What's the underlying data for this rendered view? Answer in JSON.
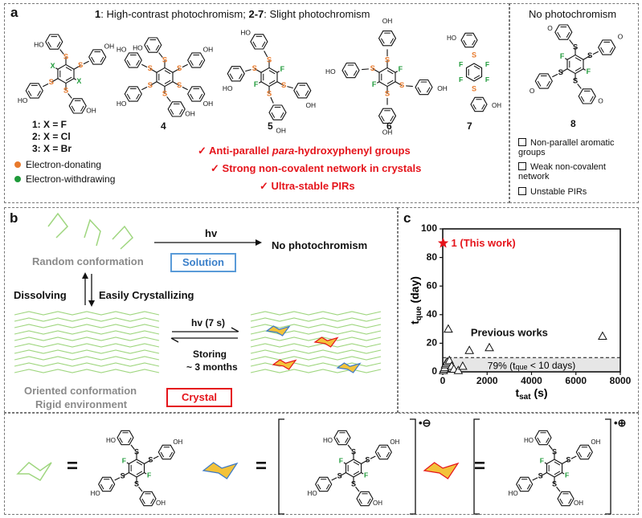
{
  "panel_a": {
    "label": "a",
    "title_bold": "1",
    "title_rest": ": High-contrast photochromism; ",
    "title_bold2": "2-7",
    "title_rest2": ": Slight photochromism",
    "no_photo_title": "No photochromism",
    "compound_labels": [
      "1: X = F",
      "2: X = Cl",
      "3: X = Br"
    ],
    "numbers": [
      "4",
      "5",
      "6",
      "7",
      "8"
    ],
    "legend": [
      "Electron-donating",
      "Electron-withdrawing"
    ],
    "legend_colors": [
      "#e87a2c",
      "#1f9a3a"
    ],
    "features": [
      {
        "pre": "Anti-parallel ",
        "italic": "para",
        "post": "-hydroxyphenyl groups"
      },
      {
        "pre": "Strong non-covalent network in crystals",
        "italic": "",
        "post": ""
      },
      {
        "pre": "Ultra-stable PIRs",
        "italic": "",
        "post": ""
      }
    ],
    "check": "✓",
    "neg_features": [
      "Non-parallel aromatic groups",
      "Weak non-covalent network",
      "Unstable PIRs"
    ],
    "atoms": {
      "S": "S",
      "F": "F",
      "X": "X",
      "HO": "HO",
      "OH": "OH",
      "O": "O"
    }
  },
  "panel_b": {
    "label": "b",
    "hv": "hv",
    "no_photo": "No photochromism",
    "random": "Random conformation",
    "solution": "Solution",
    "dissolving": "Dissolving",
    "crystallizing": "Easily Crystallizing",
    "hv7": "hv (7 s)",
    "storing": "Storing",
    "months": "~ 3 months",
    "oriented": "Oriented conformation",
    "rigid": "Rigid environment",
    "crystal": "Crystal",
    "colors": {
      "neutral": "#9fd67f",
      "anion": "#f3c23a",
      "cation": "#e8421e",
      "anion_edge": "#3a78c9",
      "cation_edge": "#e5141b"
    }
  },
  "panel_c": {
    "label": "c"
  },
  "bottom": {
    "eq": "=",
    "radical_anion": "•⊖",
    "radical_cation": "•⊕"
  },
  "chart_data": {
    "type": "scatter",
    "xlabel": "tsat (s)",
    "ylabel": "tque (day)",
    "xlim": [
      0,
      8000
    ],
    "ylim": [
      0,
      100
    ],
    "xticks": [
      0,
      2000,
      4000,
      6000,
      8000
    ],
    "yticks": [
      0,
      20,
      40,
      60,
      80,
      100
    ],
    "series": [
      {
        "name": "1 (This work)",
        "marker": "star",
        "color": "#e5141b",
        "points": [
          [
            20,
            90
          ]
        ]
      },
      {
        "name": "Previous works",
        "marker": "triangle",
        "color": "#111111",
        "points": [
          [
            30,
            1
          ],
          [
            60,
            2
          ],
          [
            90,
            3
          ],
          [
            120,
            5
          ],
          [
            150,
            6
          ],
          [
            200,
            7
          ],
          [
            250,
            30
          ],
          [
            300,
            8
          ],
          [
            400,
            4
          ],
          [
            500,
            2
          ],
          [
            700,
            1
          ],
          [
            900,
            4
          ],
          [
            1200,
            15
          ],
          [
            2100,
            17
          ],
          [
            7200,
            25
          ]
        ]
      }
    ],
    "threshold": 10,
    "annotation": "79% (tque < 10 days)"
  }
}
